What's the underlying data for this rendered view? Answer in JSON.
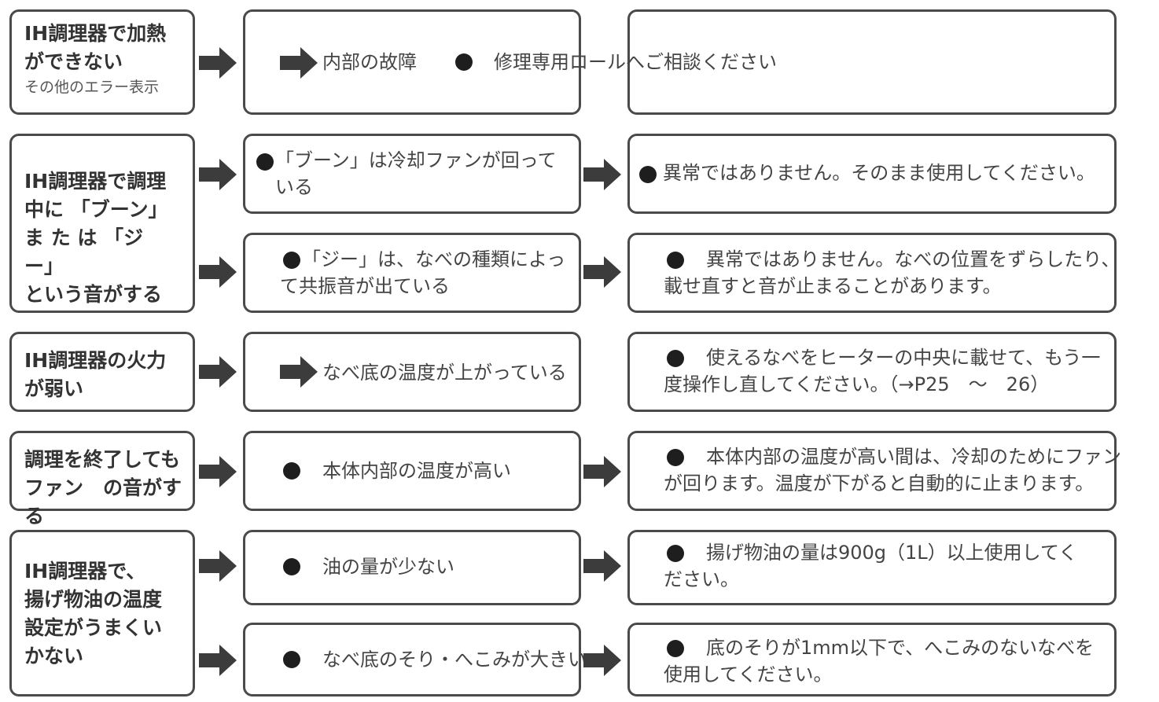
{
  "rows": [
    {
      "symptom": {
        "title": "IH調理器で加熱\nができない",
        "sub": "その他のエラー表示"
      },
      "causes": [
        {
          "cause": "内部の故障",
          "remedy": "修理専用ロールへご相談ください"
        }
      ]
    },
    {
      "symptom": {
        "title": "IH調理器で調理\n中に 「ブーン」\nま た は 「ジー」\nという音がする"
      },
      "causes": [
        {
          "cause": "「ブーン」は冷却ファンが回って\nいる",
          "remedy": "異常ではありません。そのまま使用してください。"
        },
        {
          "cause": "「ジー」は、なべの種類によっ\nて共振音が出ている",
          "remedy": "異常ではありません。なべの位置をずらしたり、\n載せ直すと音が止まることがあります。"
        }
      ]
    },
    {
      "symptom": {
        "title": "IH調理器の火力\nが弱い"
      },
      "causes": [
        {
          "cause": "なべ底の温度が上がっている",
          "remedy": "使えるなべをヒーターの中央に載せて、もう一\n度操作し直してください。（→P25　～　26）"
        }
      ]
    },
    {
      "symptom": {
        "title": "調理を終了しても\nファン　の音がする"
      },
      "causes": [
        {
          "cause": "本体内部の温度が高い",
          "remedy": "本体内部の温度が高い間は、冷却のためにファン\nが回ります。温度が下がると自動的に止まります。"
        }
      ]
    },
    {
      "symptom": {
        "title": "IH調理器で、\n揚げ物油の温度\n設定がうまくい\nかない"
      },
      "causes": [
        {
          "cause": "油の量が少ない",
          "remedy": "揚げ物油の量は900g（1L）以上使用してく\nださい。"
        },
        {
          "cause": "なべ底のそり・へこみが大きい",
          "remedy": "底のそりが1mm以下で、へこみのないなべを\n使用してください。"
        }
      ]
    }
  ],
  "colors": {
    "border": "#4a4a4a",
    "arrow": "#3c3c3c",
    "bullet": "#1e1e1e"
  }
}
